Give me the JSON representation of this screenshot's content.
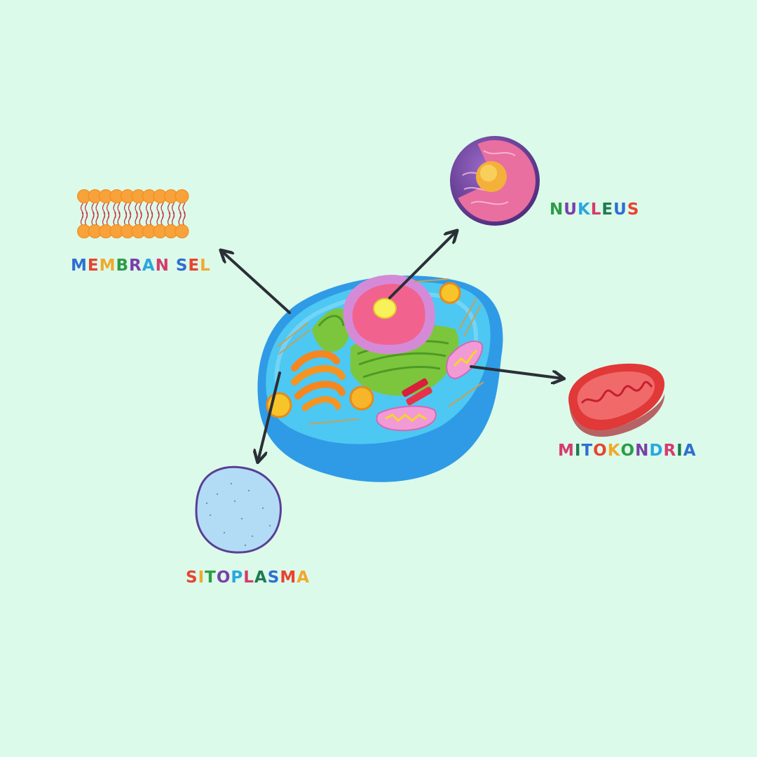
{
  "labels": {
    "membran_sel": "MEMBRAN SEL",
    "nukleus": "NUKLEUS",
    "mitokondria": "MITOKONDRIA",
    "sitoplasma": "SITOPLASMA"
  },
  "colors": {
    "background": "#dbfaea",
    "arrow": "#2b2f36",
    "cell_membrane": "#2f9be6",
    "cytoplasm": "#3fc0f0",
    "nucleus_outer": "#6a3f98",
    "nucleus_inner": "#e86fa0",
    "mitochondria": "#e83a3a",
    "phospholipid_head": "#f7a23a",
    "sitoplasma_fill": "#b2dcf6",
    "sitoplasma_outline": "#5a3f94",
    "letters": [
      "#2f6fd0",
      "#e8432f",
      "#f1a92c",
      "#2e9b47",
      "#7b3fa8",
      "#2aa7e0",
      "#d63b6e",
      "#1f7a52"
    ]
  }
}
